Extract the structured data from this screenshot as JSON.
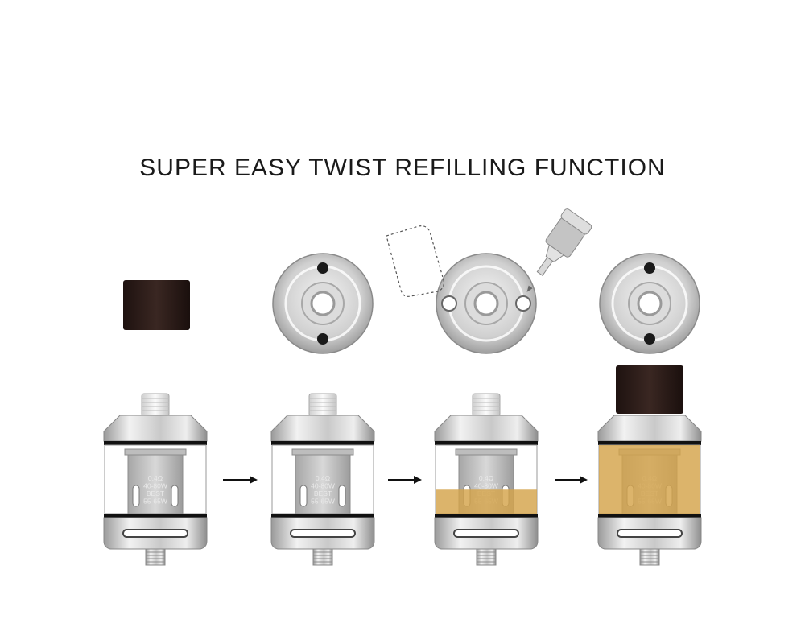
{
  "title": "SUPER EASY TWIST REFILLING FUNCTION",
  "coil_label": {
    "line1": "0.4Ω",
    "line2": "40-80W",
    "line3": "BEST",
    "line4": "55-65W"
  },
  "steps": [
    {
      "name": "remove-top-cap",
      "juice_level": 0,
      "cap_on": false
    },
    {
      "name": "top-cap-removed",
      "juice_level": 0,
      "cap_on": false
    },
    {
      "name": "fill-through-holes",
      "juice_level": 0.35,
      "cap_on": false
    },
    {
      "name": "cap-replaced-full",
      "juice_level": 1,
      "cap_on": true
    }
  ],
  "colors": {
    "juice": "#d4a34a",
    "cap": "#2a1a17",
    "metal": "#c8c8c8"
  }
}
